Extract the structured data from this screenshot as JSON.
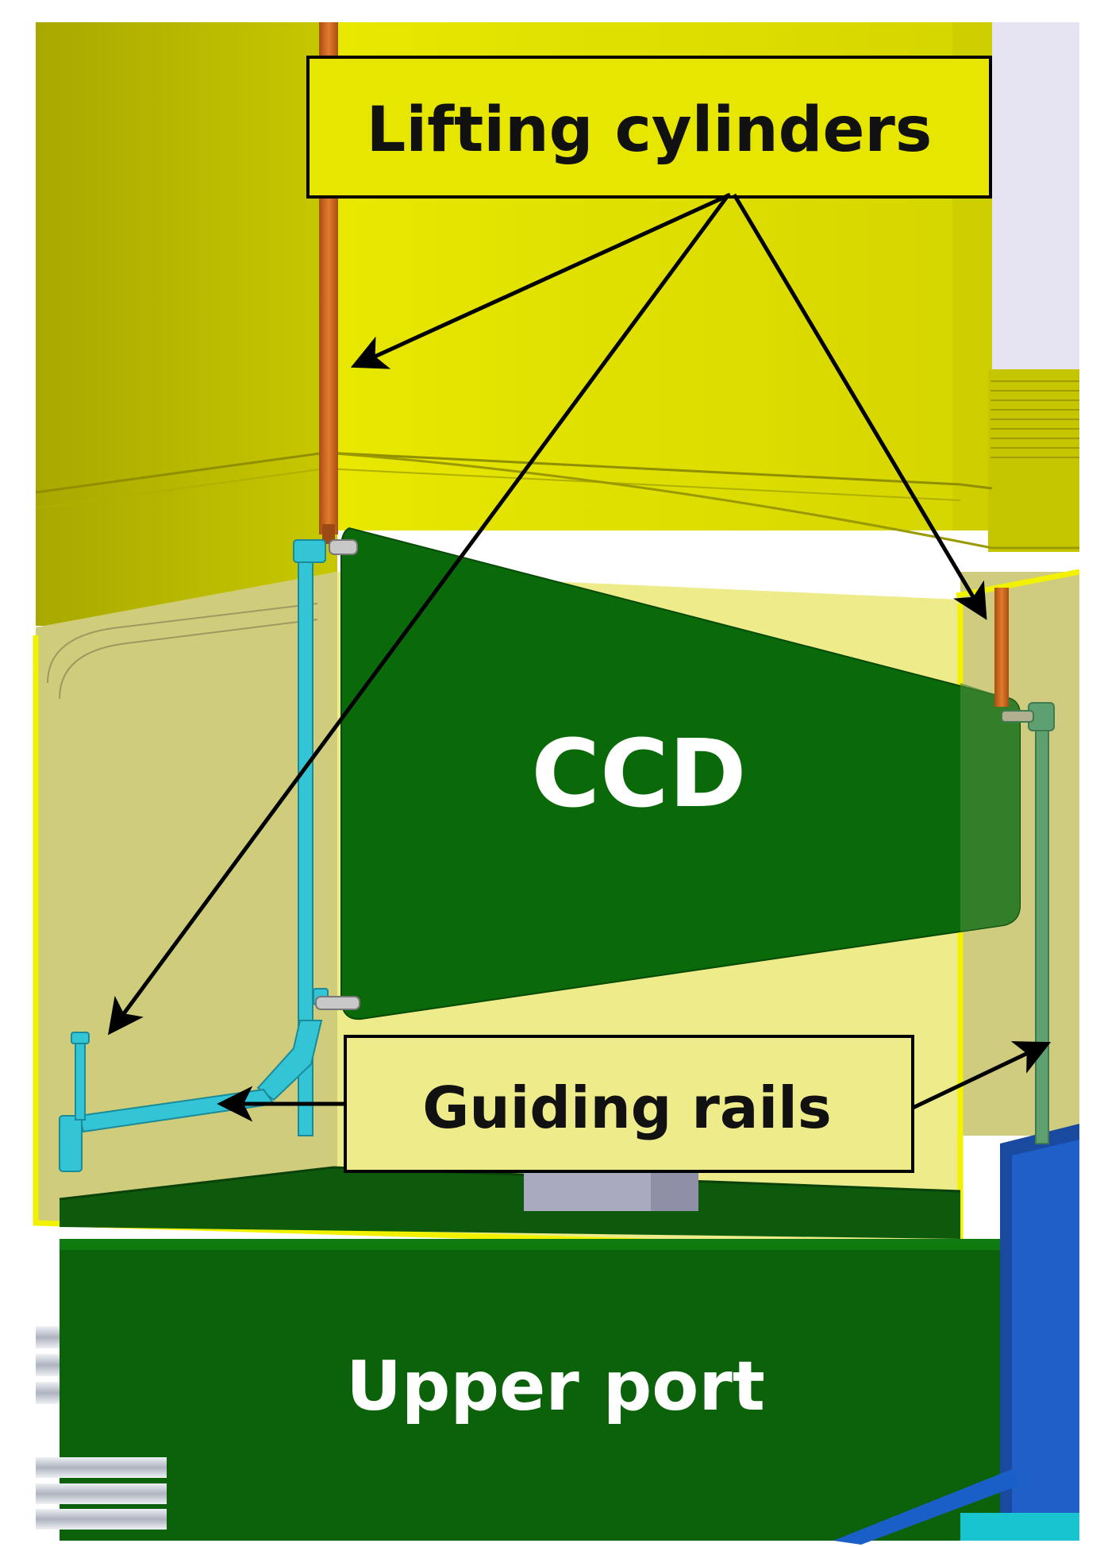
{
  "figure": {
    "labels": {
      "lifting_cylinders": "Lifting cylinders",
      "ccd": "CCD",
      "guiding_rails": "Guiding rails",
      "upper_port": "Upper port"
    },
    "colors": {
      "background": "#ffffff",
      "yellow_structure": "#e6e600",
      "yellow_dark": "#b8b800",
      "yellow_light": "#f2f08a",
      "ccd_green": "#0a6a0a",
      "port_green": "#0b620b",
      "cylinder_orange": "#c8641c",
      "rail_cyan": "#33c4d6",
      "rail_green": "#5fa070",
      "block_gray": "#a9a9c0",
      "blue_part": "#1a5fc8",
      "pipe_gray": "#c8ccd6",
      "box_stroke": "#000000",
      "arrow": "#000000",
      "text_dark": "#111111",
      "text_light": "#ffffff"
    }
  }
}
